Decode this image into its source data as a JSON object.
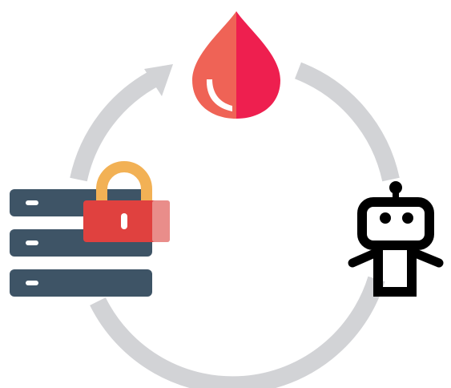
{
  "diagram": {
    "nodes": [
      {
        "id": "blood-drop",
        "icon": "blood-drop-icon"
      },
      {
        "id": "robot",
        "icon": "robot-icon"
      },
      {
        "id": "secure-server",
        "icon": "server-stack-icon",
        "overlay_icon": "padlock-icon"
      }
    ],
    "edges": [
      {
        "from": "blood-drop",
        "to": "robot",
        "style": "arc"
      },
      {
        "from": "robot",
        "to": "secure-server",
        "style": "arc"
      },
      {
        "from": "secure-server",
        "to": "blood-drop",
        "style": "arc-with-arrowhead"
      }
    ]
  },
  "colors": {
    "cycle_arc": "#d2d3d6",
    "drop_left": "#ef6356",
    "drop_right": "#ee1f4f",
    "drop_highlight": "#ffffff",
    "robot": "#000000",
    "server": "#3e5466",
    "server_led": "#ffffff",
    "lock_shackle": "#f2b155",
    "lock_body": "#e0413f",
    "lock_body_translucent": "#e98d8a",
    "lock_keyhole": "#ffffff"
  }
}
